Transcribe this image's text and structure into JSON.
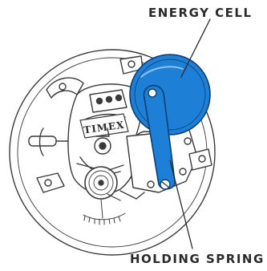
{
  "labels": {
    "energy_cell": "ENERGY CELL",
    "holding_spring": "HOLDING SPRING"
  },
  "movement": {
    "brand_mark": "TIMEX"
  },
  "colors": {
    "highlight": "#1e7fd6",
    "highlight_outline": "#0b3f73",
    "line_art": "#3a3a3a"
  }
}
